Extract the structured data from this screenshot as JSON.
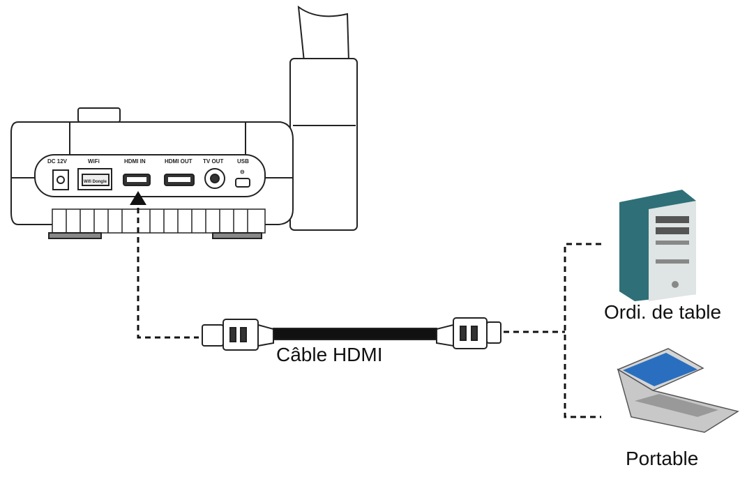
{
  "device": {
    "ports": [
      {
        "id": "dc",
        "label": "DC 12V"
      },
      {
        "id": "wifi",
        "label": "WiFi"
      },
      {
        "id": "hdmi_in",
        "label": "HDMI IN"
      },
      {
        "id": "hdmi_out",
        "label": "HDMI OUT"
      },
      {
        "id": "tv_out",
        "label": "TV OUT"
      },
      {
        "id": "usb",
        "label": "USB"
      }
    ],
    "dongle_label": "Wifi Dongle"
  },
  "cable": {
    "label": "Câble HDMI"
  },
  "desktop": {
    "label": "Ordi. de table"
  },
  "laptop": {
    "label": "Portable"
  },
  "colors": {
    "line": "#111111",
    "pc_body": "#2f6f78",
    "pc_front": "#e8e8e8",
    "laptop_screen": "#2a6fbf",
    "laptop_body": "#c8c8c8"
  }
}
